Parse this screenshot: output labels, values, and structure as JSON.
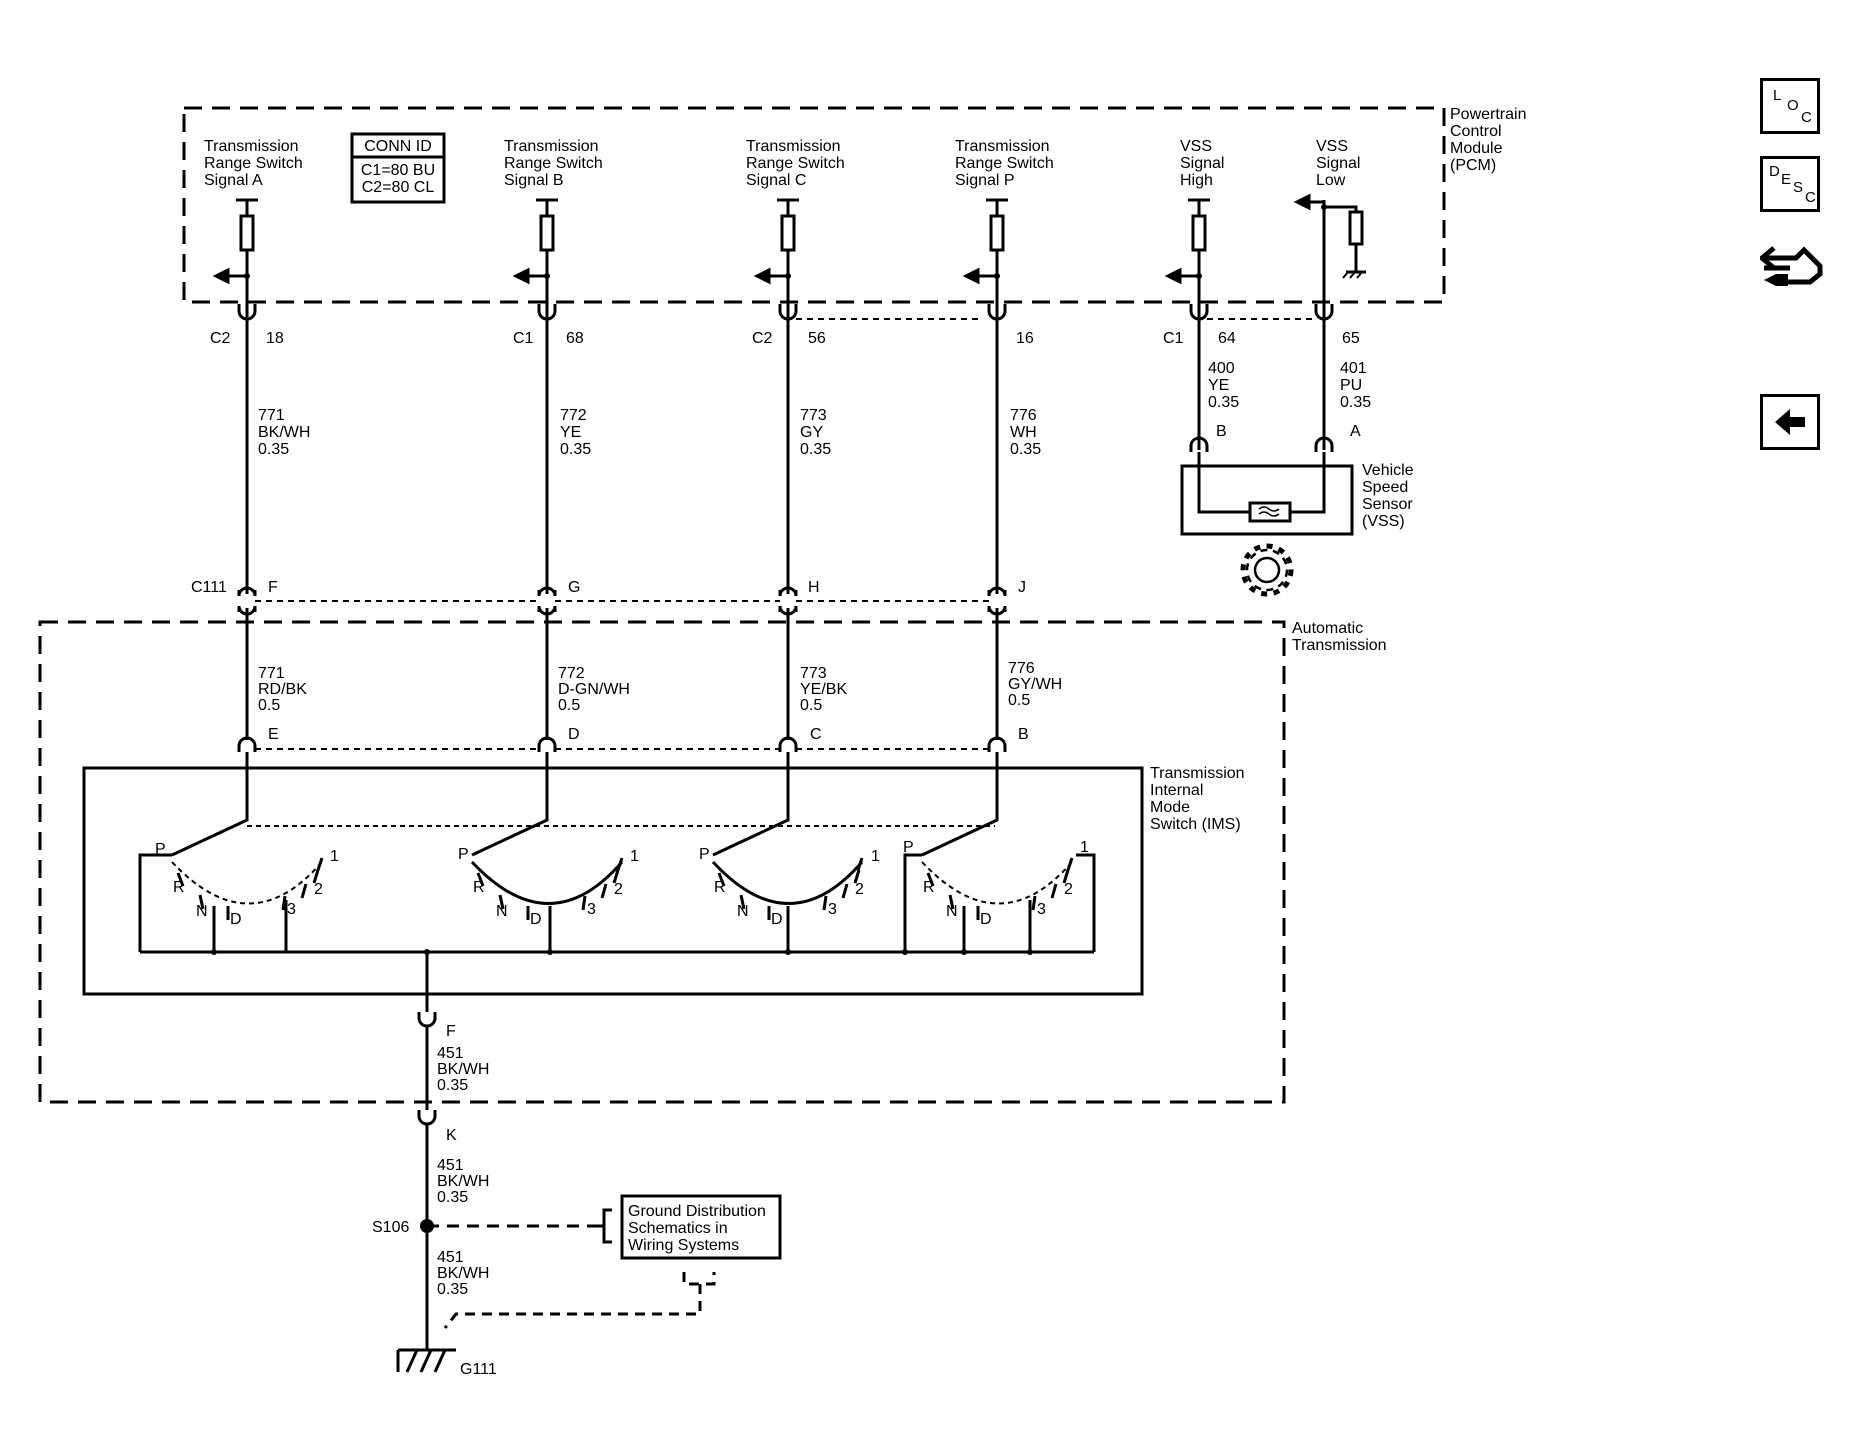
{
  "pcm": {
    "label": [
      "Powertrain",
      "Control",
      "Module",
      "(PCM)"
    ]
  },
  "conn_id": {
    "title": "CONN ID",
    "lines": [
      "C1=80 BU",
      "C2=80 CL"
    ]
  },
  "pcm_signals": [
    {
      "label": [
        "Transmission",
        "Range Switch",
        "Signal A"
      ],
      "connector": "C2",
      "pin": "18",
      "wire": [
        "771",
        "BK/WH",
        "0.35"
      ]
    },
    {
      "label": [
        "Transmission",
        "Range Switch",
        "Signal B"
      ],
      "connector": "C1",
      "pin": "68",
      "wire": [
        "772",
        "YE",
        "0.35"
      ]
    },
    {
      "label": [
        "Transmission",
        "Range Switch",
        "Signal C"
      ],
      "connector": "C2",
      "pin": "56",
      "wire": [
        "773",
        "GY",
        "0.35"
      ]
    },
    {
      "label": [
        "Transmission",
        "Range Switch",
        "Signal P"
      ],
      "connector": "",
      "pin": "16",
      "wire": [
        "776",
        "WH",
        "0.35"
      ]
    },
    {
      "label": [
        "VSS",
        "Signal",
        "High"
      ],
      "connector": "C1",
      "pin": "64",
      "wire": [
        "400",
        "YE",
        "0.35"
      ]
    },
    {
      "label": [
        "VSS",
        "Signal",
        "Low"
      ],
      "connector": "",
      "pin": "65",
      "wire": [
        "401",
        "PU",
        "0.35"
      ]
    }
  ],
  "vss": {
    "label": [
      "Vehicle",
      "Speed",
      "Sensor",
      "(VSS)"
    ],
    "pins": [
      "B",
      "A"
    ]
  },
  "c111": {
    "name": "C111",
    "pins": [
      "F",
      "G",
      "H",
      "J"
    ]
  },
  "auto_trans": {
    "label": [
      "Automatic",
      "Transmission"
    ]
  },
  "trans_wires": [
    [
      "771",
      "RD/BK",
      "0.5"
    ],
    [
      "772",
      "D-GN/WH",
      "0.5"
    ],
    [
      "773",
      "YE/BK",
      "0.5"
    ],
    [
      "776",
      "GY/WH",
      "0.5"
    ]
  ],
  "ims_pins": [
    "E",
    "D",
    "C",
    "B"
  ],
  "ims": {
    "label": [
      "Transmission",
      "Internal",
      "Mode",
      "Switch (IMS)"
    ],
    "positions": [
      "P",
      "R",
      "N",
      "D",
      "3",
      "2",
      "1"
    ]
  },
  "ground_path": {
    "pin_f": "F",
    "wire1": [
      "451",
      "BK/WH",
      "0.35"
    ],
    "pin_k": "K",
    "wire2": [
      "451",
      "BK/WH",
      "0.35"
    ],
    "splice": "S106",
    "wire3": [
      "451",
      "BK/WH",
      "0.35"
    ],
    "ground": "G111"
  },
  "ground_ref": {
    "lines": [
      "Ground Distribution",
      "Schematics in",
      "Wiring Systems"
    ]
  },
  "nav": {
    "loc": [
      "L",
      "O",
      "C"
    ],
    "desc": [
      "D",
      "E",
      "S",
      "C"
    ]
  },
  "colors": {
    "line": "#000000",
    "background": "#ffffff"
  }
}
